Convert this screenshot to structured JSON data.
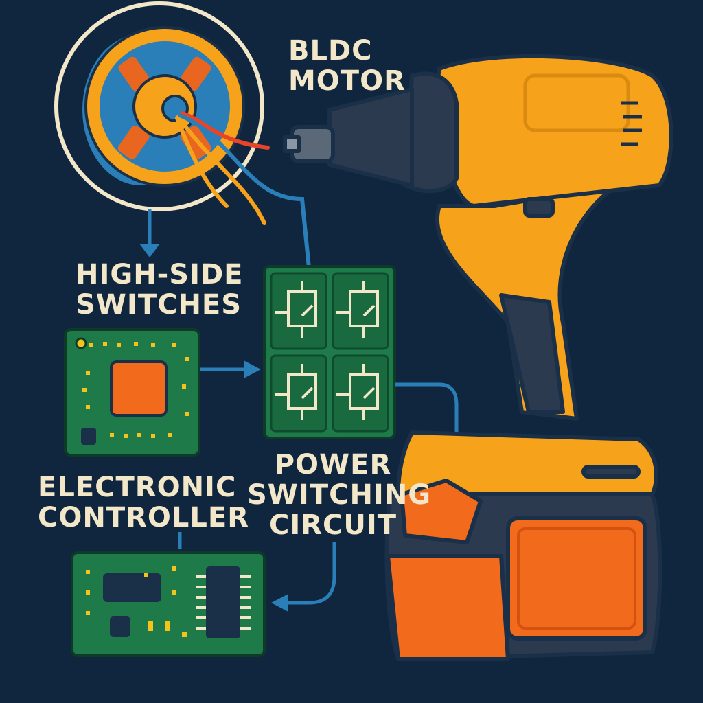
{
  "labels": {
    "motor": [
      "BLDC",
      "MOTOR"
    ],
    "high_side": [
      "HIGH-SIDE",
      "SWITCHES"
    ],
    "controller": [
      "ELECTRONIC",
      "CONTROLLER"
    ],
    "power": [
      "POWER",
      "SWITCHING",
      "CIRCUIT"
    ]
  },
  "colors": {
    "background": "#10263f",
    "text": "#f3e7c9",
    "drill_orange": "#f7a21b",
    "battery_orange": "#f26a1b",
    "drill_dark": "#2b3a4f",
    "pcb_green": "#1f7a4a",
    "wire_blue": "#2a7fb8",
    "wire_red": "#e8442a"
  }
}
